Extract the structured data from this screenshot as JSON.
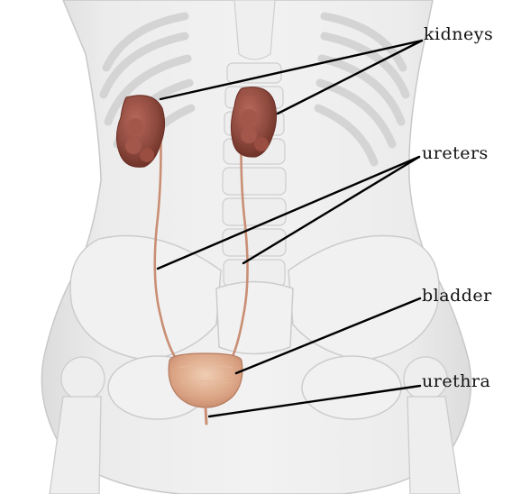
{
  "labels": {
    "kidneys": "kidneys",
    "ureters": "ureters",
    "bladder": "bladder",
    "urethra": "urethra"
  },
  "colors": {
    "body_fill": "#ebebeb",
    "body_outline": "#c4c4c4",
    "bone": "#f4f4f4",
    "bone_outline": "#cfcfcf",
    "kidney": "#8e4a3e",
    "kidney_dark": "#6e3228",
    "kidney_light": "#c98a78",
    "ureter": "#c98e74",
    "bladder": "#d6a07f",
    "bladder_light": "#ecc4a8",
    "leader_line": "#000000",
    "label_text": "#111111"
  }
}
